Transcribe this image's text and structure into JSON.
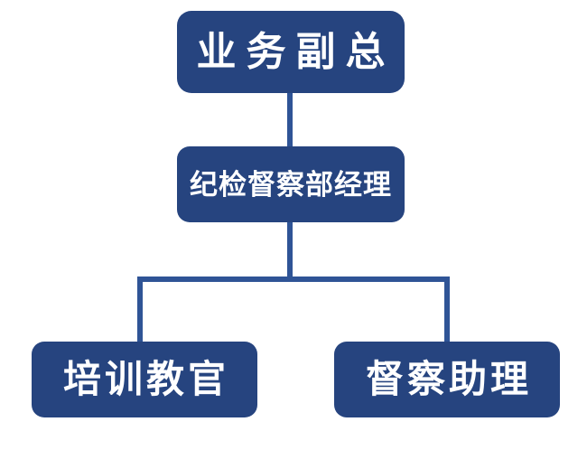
{
  "chart_data": {
    "type": "diagram",
    "diagram_type": "organizational-chart",
    "orientation": "top-down",
    "title": "",
    "colors": {
      "node_fill": "#26447f",
      "node_text": "#ffffff",
      "connector": "#2f5496",
      "background": "#ffffff"
    },
    "nodes": [
      {
        "id": "exec",
        "label": "业务副总",
        "level": 0,
        "parent": null,
        "font_size_px": 44,
        "letter_spaced": true
      },
      {
        "id": "manager",
        "label": "纪检督察部经理",
        "level": 1,
        "parent": "exec",
        "font_size_px": 31,
        "letter_spaced": false
      },
      {
        "id": "trainer",
        "label": "培训教官",
        "level": 2,
        "parent": "manager",
        "font_size_px": 42,
        "letter_spaced": true
      },
      {
        "id": "inspector-aide",
        "label": "督察助理",
        "level": 2,
        "parent": "manager",
        "font_size_px": 42,
        "letter_spaced": true
      }
    ],
    "edges": [
      {
        "from": "exec",
        "to": "manager"
      },
      {
        "from": "manager",
        "to": "trainer"
      },
      {
        "from": "manager",
        "to": "inspector-aide"
      }
    ]
  }
}
